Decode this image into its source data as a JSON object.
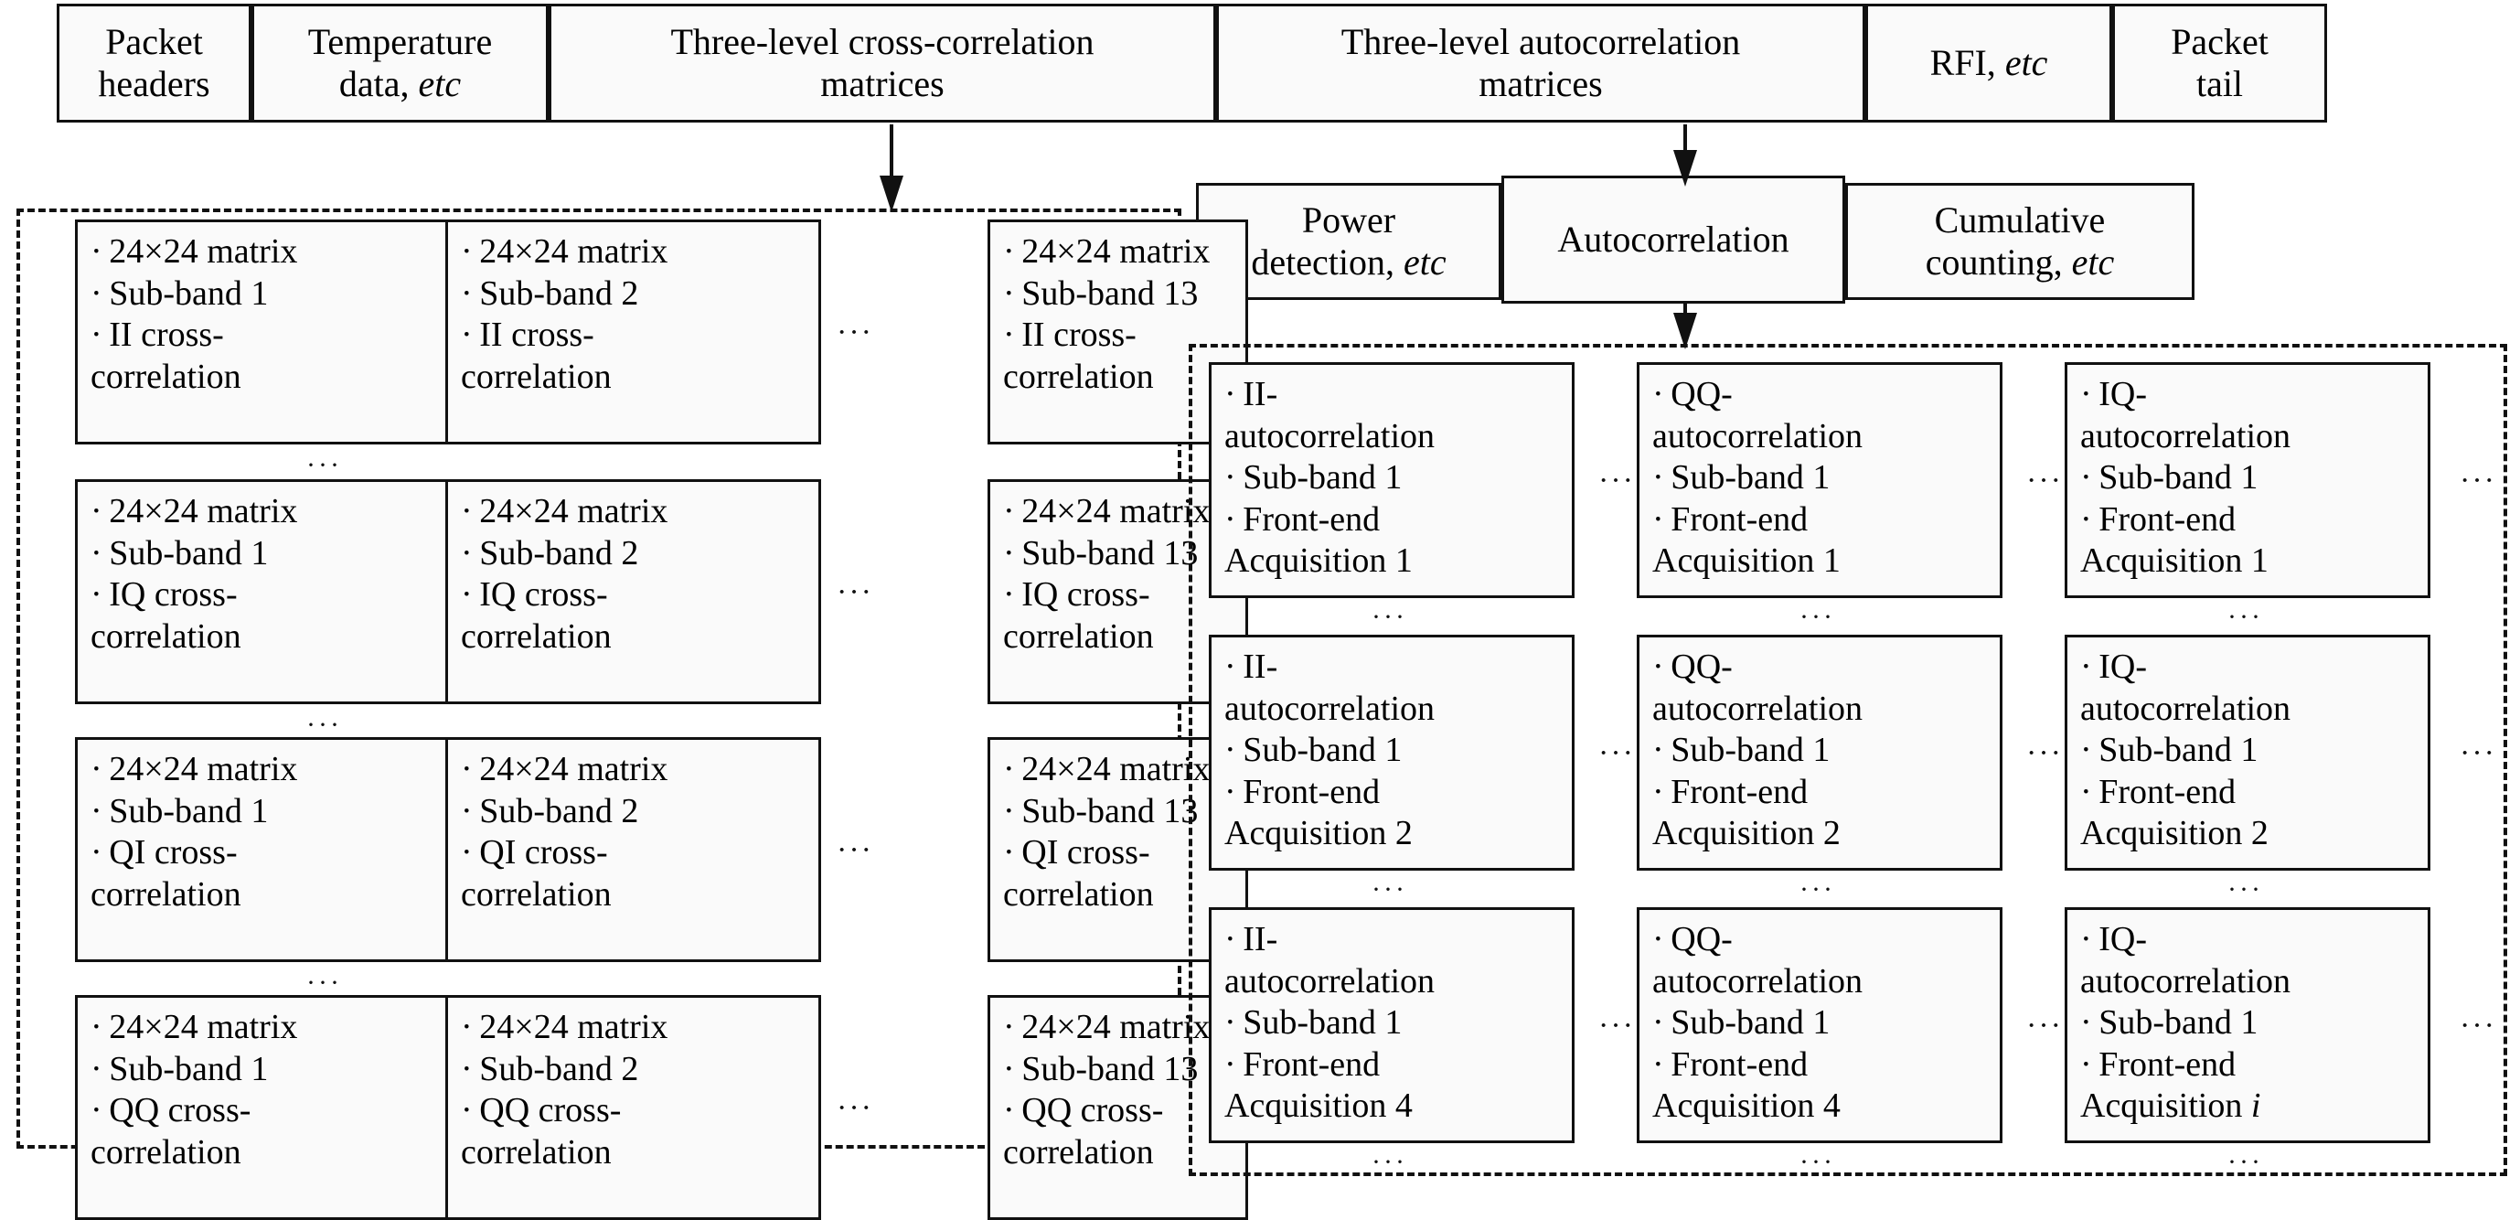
{
  "header": {
    "items": [
      {
        "lines": [
          "Packet",
          "headers"
        ],
        "italic_tail": ""
      },
      {
        "lines": [
          "Temperature",
          "data, "
        ],
        "italic_tail": "etc"
      },
      {
        "lines": [
          "Three-level cross-correlation",
          "matrices"
        ],
        "italic_tail": ""
      },
      {
        "lines": [
          "Three-level autocorrelation",
          "matrices"
        ],
        "italic_tail": ""
      },
      {
        "lines": [
          "RFI, "
        ],
        "italic_tail": "etc"
      },
      {
        "lines": [
          "Packet",
          "tail"
        ],
        "italic_tail": ""
      }
    ]
  },
  "middle": {
    "items": [
      {
        "lines": [
          "Power",
          "detection, "
        ],
        "italic_tail": "etc"
      },
      {
        "lines": [
          "Autocorrelation"
        ],
        "italic_tail": ""
      },
      {
        "lines": [
          "Cumulative",
          "counting, "
        ],
        "italic_tail": "etc"
      }
    ]
  },
  "cross_correlation_panel": {
    "rows": [
      {
        "type": "II",
        "cells": [
          {
            "l1": "24×24 matrix",
            "l2": "Sub-band 1",
            "l3": "II cross-",
            "l4": "correlation"
          },
          {
            "l1": "24×24 matrix",
            "l2": "Sub-band 2",
            "l3": "II cross-",
            "l4": "correlation"
          },
          {
            "l1": "24×24 matrix",
            "l2": "Sub-band 13",
            "l3": "II cross-",
            "l4": "correlation"
          }
        ]
      },
      {
        "type": "IQ",
        "cells": [
          {
            "l1": "24×24 matrix",
            "l2": "Sub-band 1",
            "l3": "IQ cross-",
            "l4": "correlation"
          },
          {
            "l1": "24×24 matrix",
            "l2": "Sub-band 2",
            "l3": "IQ cross-",
            "l4": "correlation"
          },
          {
            "l1": "24×24 matrix",
            "l2": "Sub-band 13",
            "l3": "IQ cross-",
            "l4": "correlation"
          }
        ]
      },
      {
        "type": "QI",
        "cells": [
          {
            "l1": "24×24 matrix",
            "l2": "Sub-band 1",
            "l3": "QI cross-",
            "l4": "correlation"
          },
          {
            "l1": "24×24 matrix",
            "l2": "Sub-band 2",
            "l3": "QI cross-",
            "l4": "correlation"
          },
          {
            "l1": "24×24 matrix",
            "l2": "Sub-band 13",
            "l3": "QI cross-",
            "l4": "correlation"
          }
        ]
      },
      {
        "type": "QQ",
        "cells": [
          {
            "l1": "24×24 matrix",
            "l2": "Sub-band 1",
            "l3": "QQ cross-",
            "l4": "correlation"
          },
          {
            "l1": "24×24 matrix",
            "l2": "Sub-band 2",
            "l3": "QQ cross-",
            "l4": "correlation"
          },
          {
            "l1": "24×24 matrix",
            "l2": "Sub-band 13",
            "l3": "QQ cross-",
            "l4": "correlation"
          }
        ]
      }
    ]
  },
  "autocorrelation_panel": {
    "rows": [
      {
        "cells": [
          {
            "l1": "II-",
            "l1b": "autocorrelation",
            "l2": "Sub-band 1",
            "l3": "Front-end",
            "l3b": "Acquisition 1",
            "l3b_italic": ""
          },
          {
            "l1": "QQ-",
            "l1b": "autocorrelation",
            "l2": "Sub-band 1",
            "l3": "Front-end",
            "l3b": "Acquisition 1",
            "l3b_italic": ""
          },
          {
            "l1": "IQ-",
            "l1b": "autocorrelation",
            "l2": "Sub-band 1",
            "l3": "Front-end",
            "l3b": "Acquisition 1",
            "l3b_italic": ""
          }
        ]
      },
      {
        "cells": [
          {
            "l1": "II-",
            "l1b": "autocorrelation",
            "l2": "Sub-band 1",
            "l3": "Front-end",
            "l3b": "Acquisition 2",
            "l3b_italic": ""
          },
          {
            "l1": "QQ-",
            "l1b": "autocorrelation",
            "l2": "Sub-band 1",
            "l3": "Front-end",
            "l3b": "Acquisition 2",
            "l3b_italic": ""
          },
          {
            "l1": "IQ-",
            "l1b": "autocorrelation",
            "l2": "Sub-band 1",
            "l3": "Front-end",
            "l3b": "Acquisition 2",
            "l3b_italic": ""
          }
        ]
      },
      {
        "cells": [
          {
            "l1": "II-",
            "l1b": "autocorrelation",
            "l2": "Sub-band 1",
            "l3": "Front-end",
            "l3b": "Acquisition 4",
            "l3b_italic": ""
          },
          {
            "l1": "QQ-",
            "l1b": "autocorrelation",
            "l2": "Sub-band 1",
            "l3": "Front-end",
            "l3b": "Acquisition 4",
            "l3b_italic": ""
          },
          {
            "l1": "IQ-",
            "l1b": "autocorrelation",
            "l2": "Sub-band 1",
            "l3": "Front-end",
            "l3b": "Acquisition ",
            "l3b_italic": "i"
          }
        ]
      }
    ]
  },
  "ellipsis": {
    "horizontal": "···",
    "vertical": "···"
  },
  "colors": {
    "line": "#111111",
    "fill": "#fafafa",
    "background": "#ffffff"
  }
}
